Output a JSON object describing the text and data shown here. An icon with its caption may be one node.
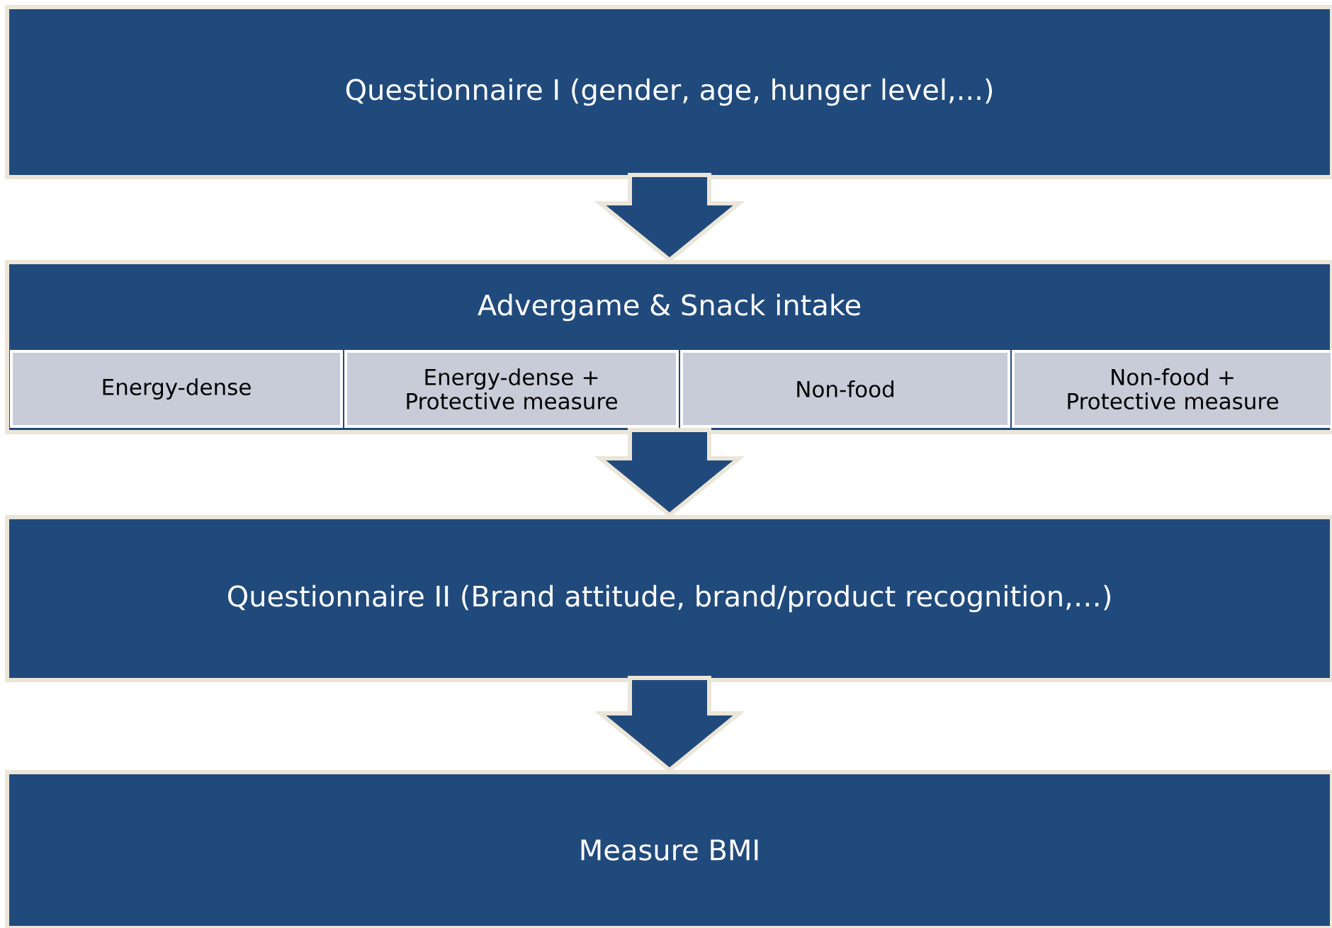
{
  "diagram": {
    "nodes": [
      {
        "text": [
          "Questionnaire I (gender, age, hunger level,...)"
        ]
      },
      {
        "text": [
          "Advergame & Snack intake"
        ]
      },
      {
        "text": [
          "Energy-dense"
        ],
        "in": 1
      },
      {
        "text": [
          "Energy-dense + Protective measure"
        ],
        "in": 1
      },
      {
        "text": [
          "Non-food"
        ],
        "in": 1
      },
      {
        "text": [
          "Non-food + Protective measure"
        ],
        "in": 1
      },
      {
        "text": [
          "Questionnaire II (Brand attitude, brand/product recognition,…)"
        ]
      },
      {
        "text": [
          "Measure BMI"
        ]
      }
    ],
    "edges": [
      {
        "from": 0,
        "to": 1,
        "arrow": "to"
      },
      {
        "from": 1,
        "to": 6,
        "arrow": "to"
      },
      {
        "from": 6,
        "to": 7,
        "arrow": "to"
      }
    ]
  }
}
